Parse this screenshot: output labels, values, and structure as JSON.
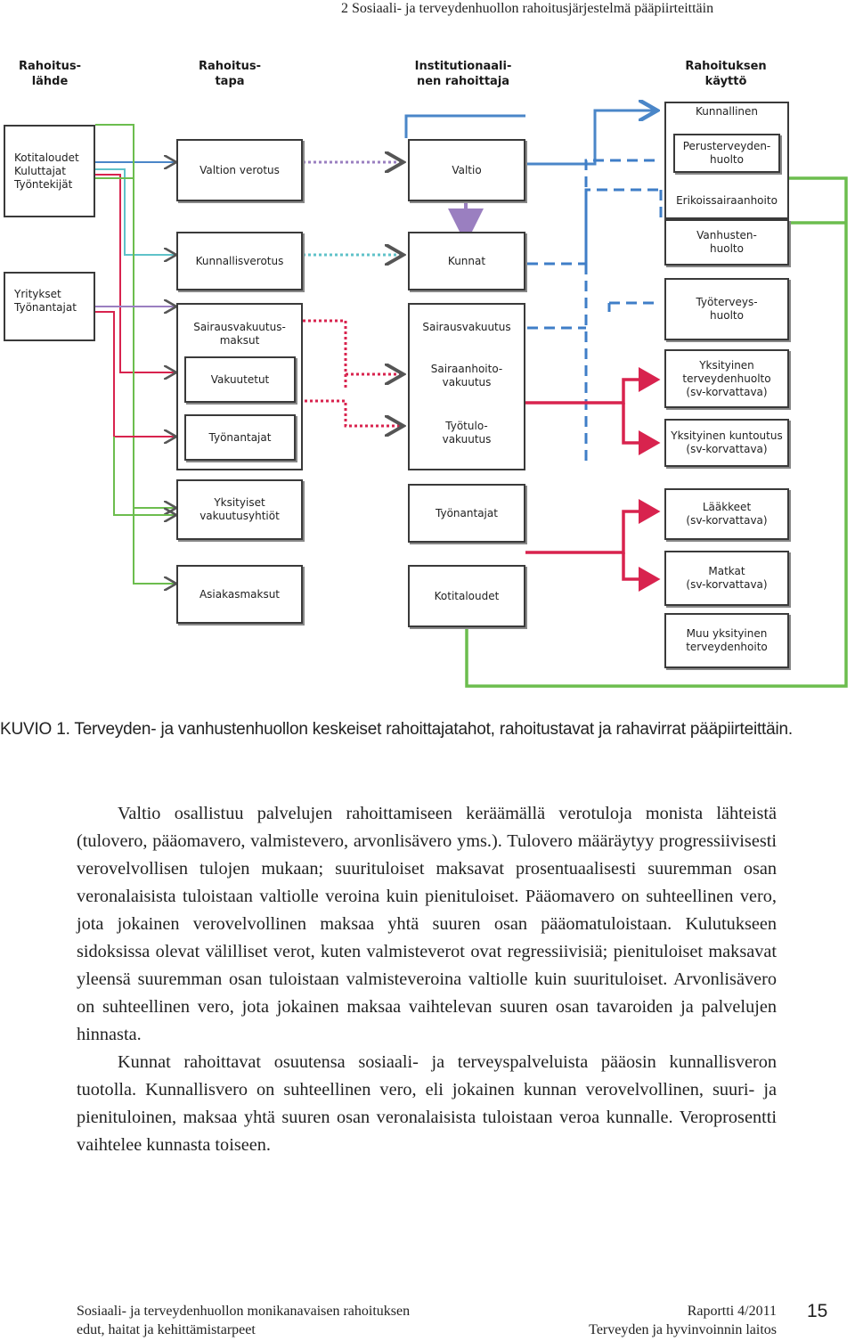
{
  "running_head": "2   Sosiaali- ja terveydenhuollon rahoitusjärjestelmä pääpiirteittäin",
  "diagram": {
    "column_headers": [
      "Rahoitus-\nlähde",
      "Rahoitus-\ntapa",
      "Institutionaali-\nnen rahoittaja",
      "Rahoituksen\nkäyttö"
    ],
    "sources": [
      "Kotitaloudet\nKuluttajat\nTyöntekijät",
      "Yritykset\nTyönantajat"
    ],
    "methods": [
      "Valtion verotus",
      "Kunnallisverotus",
      "Sairausvakuutus-\nmaksut",
      "Vakuutetut",
      "Työnantajat",
      "Yksityiset\nvakuutusyhtiöt",
      "Asiakasmaksut"
    ],
    "financiers": [
      "Valtio",
      "Kunnat",
      "Sairausvakuutus",
      "Sairaanhoito-\nvakuutus",
      "Työtulo-\nvakuutus",
      "Työnantajat",
      "Kotitaloudet"
    ],
    "uses": [
      "Kunnallinen",
      "Perusterveyden-\nhuolto",
      "Erikoissairaanhoito",
      "Vanhusten-\nhuolto",
      "Työterveys-\nhuolto",
      "Yksityinen\nterveydenhuolto\n(sv-korvattava)",
      "Yksityinen kuntoutus\n(sv-korvattava)",
      "Lääkkeet\n(sv-korvattava)",
      "Matkat\n(sv-korvattava)",
      "Muu yksityinen\nterveydenhoito"
    ],
    "colors": {
      "blue": "#4a86c8",
      "purple": "#9a7fc0",
      "teal": "#5fc2c9",
      "dashed_blue": "#3f7ec7",
      "red": "#d8234e",
      "green": "#6cbd4e"
    }
  },
  "caption": {
    "label": "KUVIO 1.",
    "text": " Terveyden- ja vanhustenhuollon keskeiset rahoittajatahot, rahoitustavat ja rahavirrat pääpiirteittäin."
  },
  "paragraphs": [
    "Valtio osallistuu palvelujen rahoittamiseen keräämällä verotuloja monista lähteistä (tulovero, pääomavero, valmistevero, arvonlisävero yms.). Tulovero määräytyy progressiivisesti verovelvollisen tulojen mukaan; suurituloiset maksavat prosentuaalisesti suuremman osan veronalaisista tuloistaan valtiolle veroina kuin pienituloiset. Pääomavero on suhteellinen vero, jota jokainen verovelvollinen maksaa yhtä suuren osan pääomatuloistaan. Kulutukseen sidoksissa olevat välilliset verot, kuten valmisteverot ovat regressiivisiä; pienituloiset maksavat yleensä suuremman osan tuloistaan valmisteveroina valtiolle kuin suurituloiset. Arvonlisävero on suhteellinen vero, jota jokainen maksaa vaihtelevan suuren osan tavaroiden ja palvelujen hinnasta.",
    "Kunnat rahoittavat osuutensa sosiaali- ja terveyspalveluista pääosin kunnallisveron tuotolla. Kunnallisvero on suhteellinen vero, eli jokainen kunnan verovelvollinen, suuri- ja pienituloinen, maksaa yhtä suuren osan veronalaisista tuloistaan veroa kunnalle. Veroprosentti vaihtelee kunnasta toiseen."
  ],
  "footer": {
    "left_line1": "Sosiaali- ja terveydenhuollon monikanavaisen rahoituksen",
    "left_line2": "edut, haitat ja kehittämistarpeet",
    "right_line1": "Raportti 4/2011",
    "right_line2": "Terveyden ja hyvinvoinnin laitos",
    "page_number": "15"
  }
}
